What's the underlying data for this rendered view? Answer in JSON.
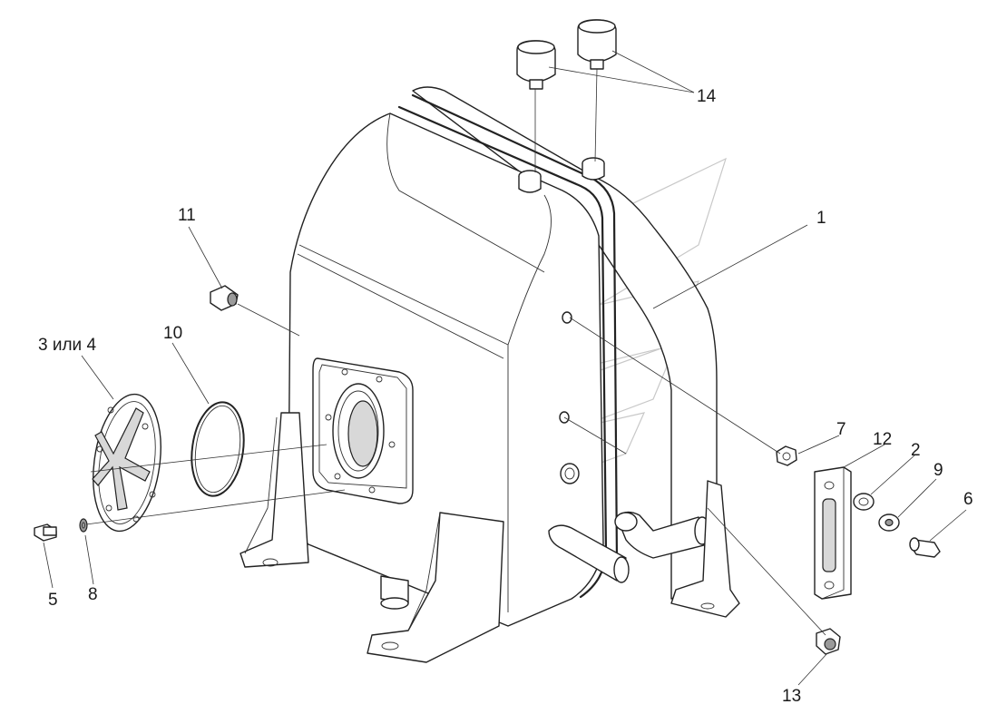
{
  "callouts": {
    "c1": "1",
    "c2": "2",
    "c3": "3 или 4",
    "c5": "5",
    "c6": "6",
    "c7": "7",
    "c8": "8",
    "c9": "9",
    "c10": "10",
    "c11": "11",
    "c12": "12",
    "c13": "13",
    "c14": "14"
  },
  "colors": {
    "line": "#222222",
    "watermark": "#c8c8c8",
    "background": "#ffffff"
  }
}
